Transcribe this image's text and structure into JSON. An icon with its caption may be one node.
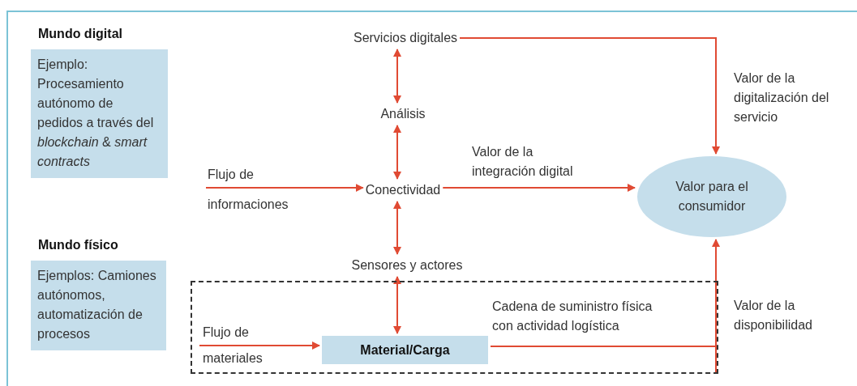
{
  "diagram": {
    "nodes": [
      {
        "text": [
          "Mundo digital",
          "Ejemplo: Procesamiento autónomo de pedidos a través del *blockchain* & *smart contracts*"
        ]
      },
      {
        "text": [
          "Mundo físico",
          "Ejemplos: Camiones autónomos, automatización de procesos"
        ]
      },
      {
        "text": [
          "Servicios digitales"
        ]
      },
      {
        "text": [
          "Análisis"
        ]
      },
      {
        "text": [
          "Conectividad"
        ]
      },
      {
        "text": [
          "Sensores y actores"
        ]
      },
      {
        "text": [],
        "shape": "box"
      },
      {
        "text": [
          "Material/Carga"
        ],
        "in": 6
      },
      {
        "text": [
          "Valor para el consumidor"
        ]
      }
    ],
    "edges": [
      {
        "from": null,
        "to": 4,
        "arrow": "to",
        "label": "Flujo de informaciones"
      },
      {
        "from": 2,
        "to": 3,
        "arrow": "both"
      },
      {
        "from": 3,
        "to": 4,
        "arrow": "both"
      },
      {
        "from": 4,
        "to": 5,
        "arrow": "both"
      },
      {
        "from": 5,
        "to": 7,
        "arrow": "both"
      },
      {
        "from": null,
        "to": 7,
        "arrow": "to",
        "label": "Flujo de materiales"
      },
      {
        "from": 2,
        "to": 8,
        "arrow": "to",
        "label": "Valor de la digitalización del servicio"
      },
      {
        "from": 4,
        "to": 8,
        "arrow": "to",
        "label": "Valor de la integración digital"
      },
      {
        "from": 7,
        "to": 8,
        "arrow": "to",
        "label": "Cadena de suministro física con actividad logística"
      }
    ],
    "labels": [
      "Valor de la disponibilidad"
    ]
  }
}
